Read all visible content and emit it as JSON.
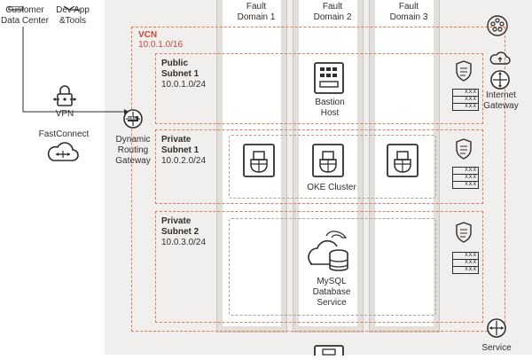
{
  "left": {
    "customer_dc": [
      "Customer",
      "Data Center"
    ],
    "dev_tools": [
      "Dev App",
      "&Tools"
    ],
    "vpn": "VPN",
    "fastconnect": "FastConnect",
    "drg": [
      "Dynamic",
      "Routing",
      "Gateway"
    ]
  },
  "fault_domains": [
    [
      "Fault",
      "Domain 1"
    ],
    [
      "Fault",
      "Domain 2"
    ],
    [
      "Fault",
      "Domain 3"
    ]
  ],
  "vcn": {
    "name": "VCN",
    "cidr": "10.0.1.0/16"
  },
  "subnets": [
    {
      "lines": [
        "Public",
        "Subnet 1"
      ],
      "cidr": "10.0.1.0/24"
    },
    {
      "lines": [
        "Private",
        "Subnet 1"
      ],
      "cidr": "10.0.2.0/24"
    },
    {
      "lines": [
        "Private",
        "Subnet 2"
      ],
      "cidr": "10.0.3.0/24"
    }
  ],
  "bastion": [
    "Bastion",
    "Host"
  ],
  "oke": "OKE Cluster",
  "mysql": [
    "MySQL",
    "Database",
    "Service"
  ],
  "internet_gateway": [
    "Internet",
    "Gateway"
  ],
  "service_gateway": "Service",
  "route_table_text": "X.X.X",
  "drg_badge": "DRG",
  "colors": {
    "oracle_dark": "#312d2a",
    "vcn_border": "#e07a55",
    "vcn_label": "#c74634",
    "region_bg": "#f1efed"
  }
}
